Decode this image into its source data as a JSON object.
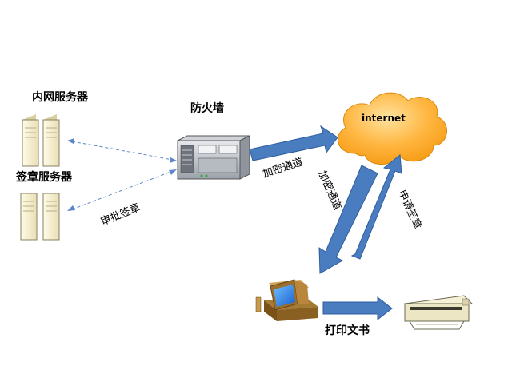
{
  "labels": {
    "intranet_server": "内网服务器",
    "seal_server": "签章服务器",
    "firewall": "防火墙",
    "internet": "internet",
    "encrypted_channel_1": "加密通道",
    "encrypted_channel_2": "加密通道",
    "apply_seal": "申请签章",
    "approve_seal": "审批签章",
    "print_document": "打印文书"
  },
  "colors": {
    "arrow_blue": "#4a7cc0",
    "arrow_edge": "#2f5e9e",
    "cloud_fill": "#ffac2a",
    "cloud_light": "#ffd98a",
    "server_face": "#f6f0d2",
    "dashed_link": "#5b86c9"
  },
  "icons": {
    "servers": "server-tower-icon",
    "firewall": "firewall-appliance-icon",
    "cloud": "internet-cloud-icon",
    "computer": "desktop-computer-icon",
    "printer": "printer-icon"
  }
}
